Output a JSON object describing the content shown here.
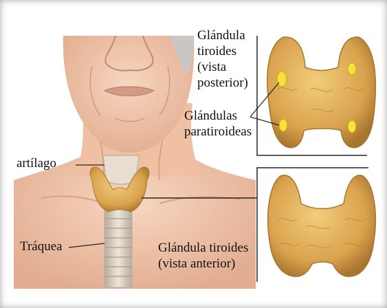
{
  "labels": {
    "glandula_post_line1": "Glándula",
    "glandula_post_line2": "tiroides",
    "glandula_post_line3": "(vista",
    "glandula_post_line4": "posterior)",
    "paratiroideas_line1": "Glándulas",
    "paratiroideas_line2": "paratiroideas",
    "cartilago": "artílago",
    "traquea": "Tráquea",
    "glandula_ant_line1": "Glándula tiroides",
    "glandula_ant_line2": "(vista anterior)"
  },
  "colors": {
    "skin": "#f2c9ae",
    "skin_shadow": "#d9a286",
    "hair": "#c9c6c4",
    "thyroid": "#d9a24e",
    "thyroid_light": "#f2cd7a",
    "thyroid_dark": "#a8742e",
    "parathyroid": "#f6e23a",
    "trachea": "#d9cfc0",
    "line": "#222222"
  }
}
